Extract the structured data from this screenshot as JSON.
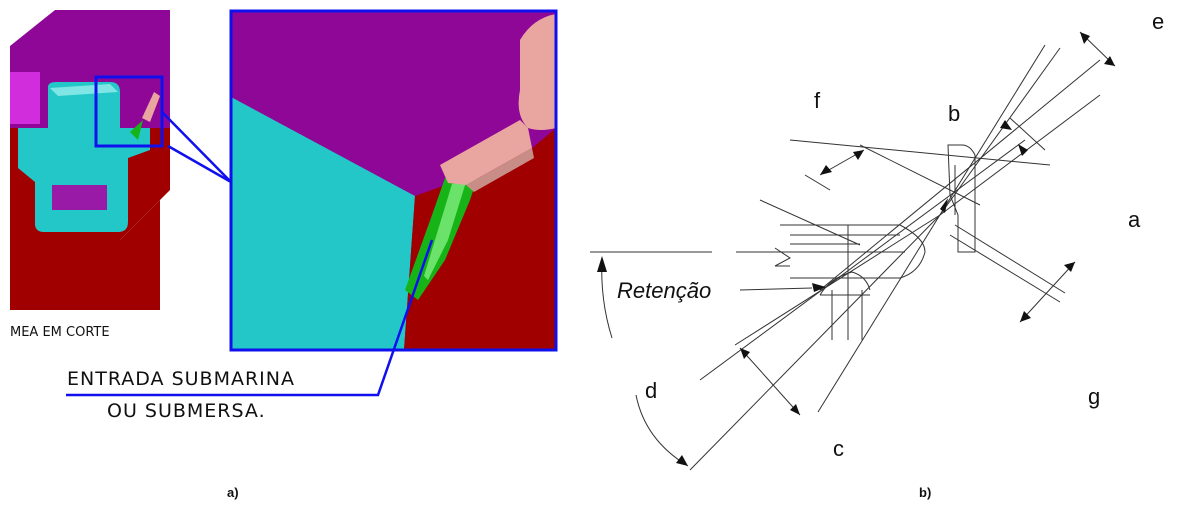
{
  "panel_a": {
    "caption": "a)",
    "section_label": "MEA EM CORTE",
    "callout_line1": "ENTRADA SUBMARINA",
    "callout_line2": "OU SUBMERSA.",
    "colors": {
      "mold_top": "#8e0796",
      "core": "#24c7c7",
      "cavity": "#a10000",
      "gate": "#16b416",
      "runner": "#e9a6a0",
      "highlight": "#1010ee"
    }
  },
  "panel_b": {
    "caption": "b)",
    "retention_label": "Retenção",
    "labels": {
      "a": "a",
      "b": "b",
      "c": "c",
      "d": "d",
      "e": "e",
      "f": "f",
      "g": "g"
    }
  }
}
